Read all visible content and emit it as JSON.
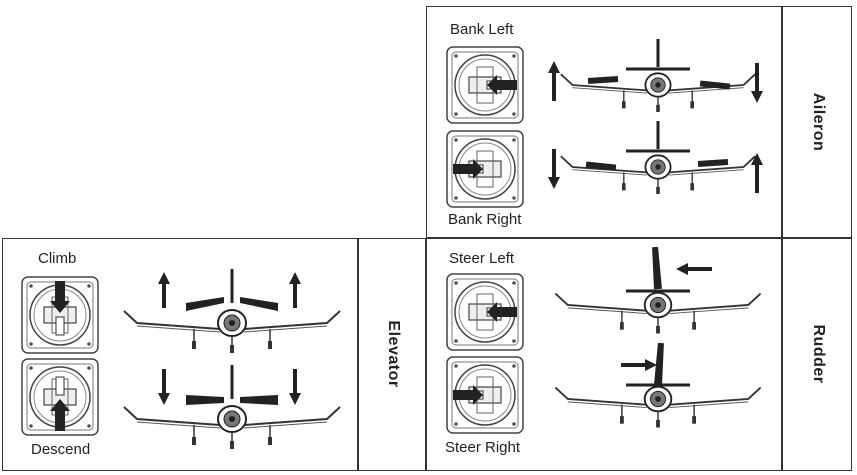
{
  "aileron": {
    "title": "Aileron",
    "top_label": "Bank Left",
    "bottom_label": "Bank Right"
  },
  "elevator": {
    "title": "Elevator",
    "top_label": "Climb",
    "bottom_label": "Descend"
  },
  "rudder": {
    "title": "Rudder",
    "top_label": "Steer Left",
    "bottom_label": "Steer Right"
  }
}
